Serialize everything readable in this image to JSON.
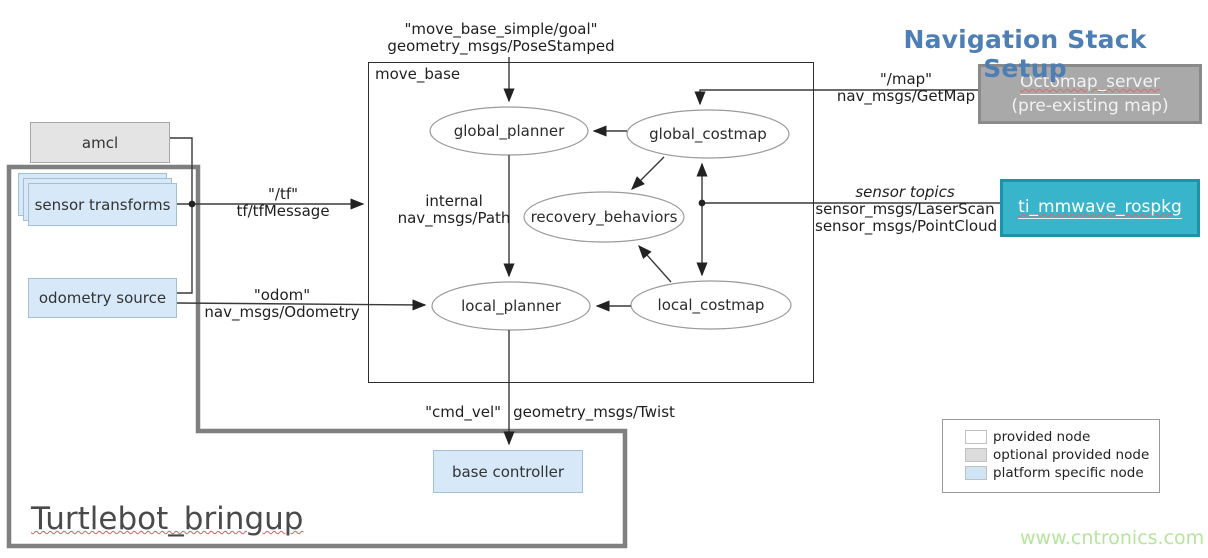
{
  "title": "Navigation Stack Setup",
  "watermark": "www.cntronics.com",
  "containers": {
    "move_base": "move_base",
    "turtlebot_bringup": "Turtlebot_bringup"
  },
  "nodes": {
    "amcl": "amcl",
    "sensor_transforms": "sensor transforms",
    "odometry_source": "odometry source",
    "base_controller": "base controller",
    "octomap_server_line1": "Octomap_server",
    "octomap_server_line2": "(pre-existing  map)",
    "ti_mmwave_rospkg": "ti_mmwave_rospkg",
    "global_planner": "global_planner",
    "global_costmap": "global_costmap",
    "recovery_behaviors": "recovery_behaviors",
    "local_planner": "local_planner",
    "local_costmap": "local_costmap"
  },
  "edge_labels": {
    "goal_topic": "\"move_base_simple/goal\"",
    "goal_type": "geometry_msgs/PoseStamped",
    "map_topic": "\"/map\"",
    "map_type": "nav_msgs/GetMap",
    "sensor_topics_title": "sensor topics",
    "sensor_type_1": "sensor_msgs/LaserScan",
    "sensor_type_2": "sensor_msgs/PointCloud",
    "tf_topic": "\"/tf\"",
    "tf_type": "tf/tfMessage",
    "odom_topic": "\"odom\"",
    "odom_type": "nav_msgs/Odometry",
    "internal_line1": "internal",
    "internal_line2": "nav_msgs/Path",
    "cmdvel_topic": "\"cmd_vel\"",
    "cmdvel_type": "geometry_msgs/Twist"
  },
  "legend": {
    "items": [
      {
        "label": "provided node",
        "color": "#ffffff"
      },
      {
        "label": "optional provided node",
        "color": "#dcdcdc"
      },
      {
        "label": "platform specific node",
        "color": "#cfe4f5"
      }
    ]
  },
  "colors": {
    "title_blue": "#4d7fb5",
    "optional_node_gray": "#e4e4e4",
    "platform_node_blue": "#d7e9f8",
    "octomap_gray": "#a9a9a9",
    "ti_teal": "#38b5cb",
    "thick_border_gray": "#7f7f7f",
    "watermark_green": "#b5e59c",
    "line_dark": "#3a3a3a"
  }
}
